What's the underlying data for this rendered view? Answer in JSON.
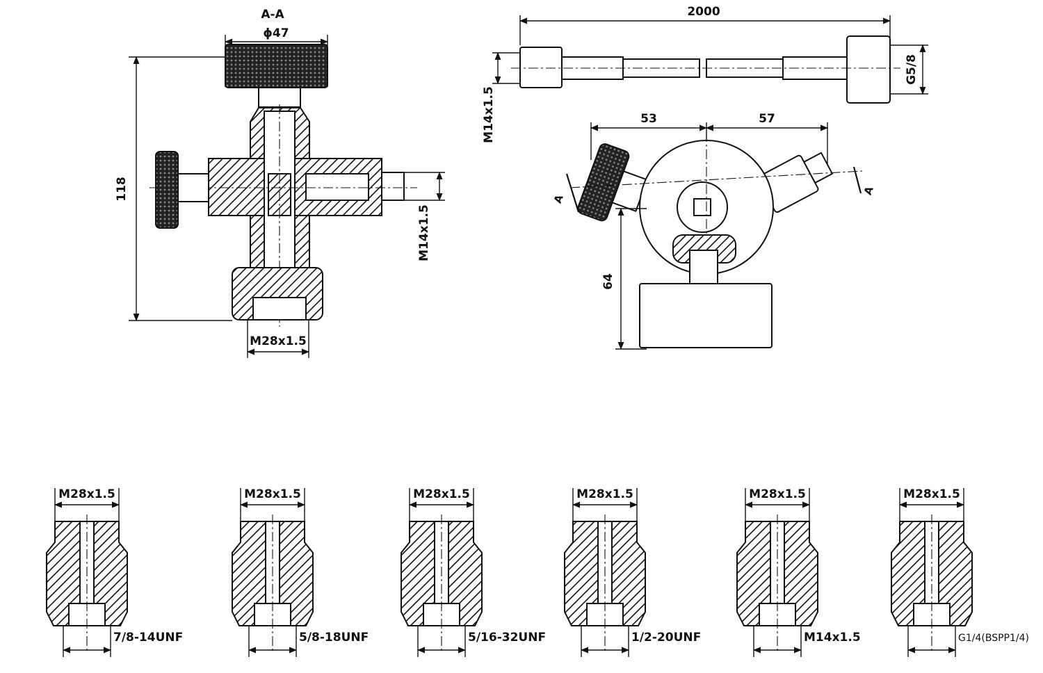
{
  "section_view": {
    "title": "A-A",
    "knob_diameter": "ϕ47",
    "height": "118",
    "side_thread": "M14x1.5",
    "bottom_thread": "M28x1.5"
  },
  "hose_view": {
    "length": "2000",
    "left_thread": "M14x1.5",
    "right_thread": "G5/8"
  },
  "top_view": {
    "left_offset": "53",
    "right_offset": "57",
    "height": "64",
    "section_mark_left": "A",
    "section_mark_right": "A"
  },
  "adapters": [
    {
      "top_thread": "M28x1.5",
      "bottom_thread": "7/8-14UNF"
    },
    {
      "top_thread": "M28x1.5",
      "bottom_thread": "5/8-18UNF"
    },
    {
      "top_thread": "M28x1.5",
      "bottom_thread": "5/16-32UNF"
    },
    {
      "top_thread": "M28x1.5",
      "bottom_thread": "1/2-20UNF"
    },
    {
      "top_thread": "M28x1.5",
      "bottom_thread": "M14x1.5"
    },
    {
      "top_thread": "M28x1.5",
      "bottom_thread": "G1/4(BSPP1/4)"
    }
  ]
}
